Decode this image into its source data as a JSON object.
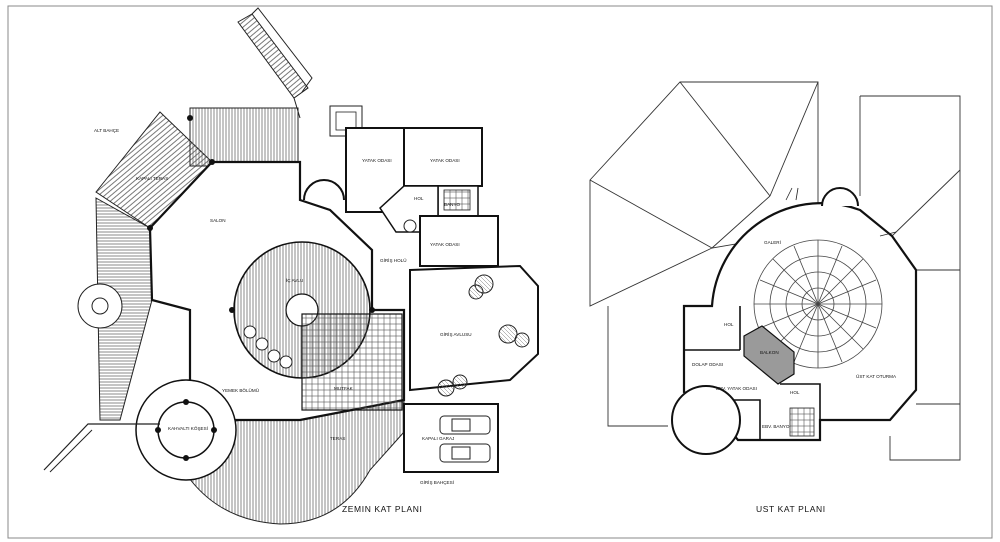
{
  "ground_floor": {
    "title": "ZEMIN KAT PLANI",
    "rooms": {
      "alt_bahce": "ALT BAHÇE",
      "kapali_teras": "KAPALI TERAS",
      "salon": "SALON",
      "yatak_odasi_1": "YATAK ODASI",
      "yatak_odasi_2": "YATAK ODASI",
      "yatak_odasi_3": "YATAK ODASI",
      "hol": "HOL",
      "banyo": "BANYO",
      "giris_holu": "GİRİŞ HOLÜ",
      "ic_avlu": "İÇ AVLU",
      "giris_avlusu": "GİRİŞ AVLUSU",
      "mutfak": "MUTFAK",
      "yemek_bolumu": "YEMEK BÖLÜMÜ",
      "kahvalti_kosesi": "KAHVALTI KÖŞESİ",
      "teras": "TERAS",
      "kapali_garaj": "KAPALI GARAJ",
      "giris_bahcesi": "GİRİŞ BAHÇESİ"
    }
  },
  "upper_floor": {
    "title": "UST KAT PLANI",
    "rooms": {
      "galeri": "GALERİ",
      "hol_1": "HOL",
      "hol_2": "HOL",
      "gomme_dolap": "DOLAP ODASI",
      "ebeveyn_yatak": "EBV. YATAK ODASI",
      "ebeveyn_banyo": "EBV. BANYO",
      "balkon": "BALKON",
      "ust_kat_oturma": "ÜST KAT OTURMA"
    }
  },
  "colors": {
    "line": "#1a1a1a",
    "hatch": "#555555",
    "paper": "#ffffff"
  }
}
